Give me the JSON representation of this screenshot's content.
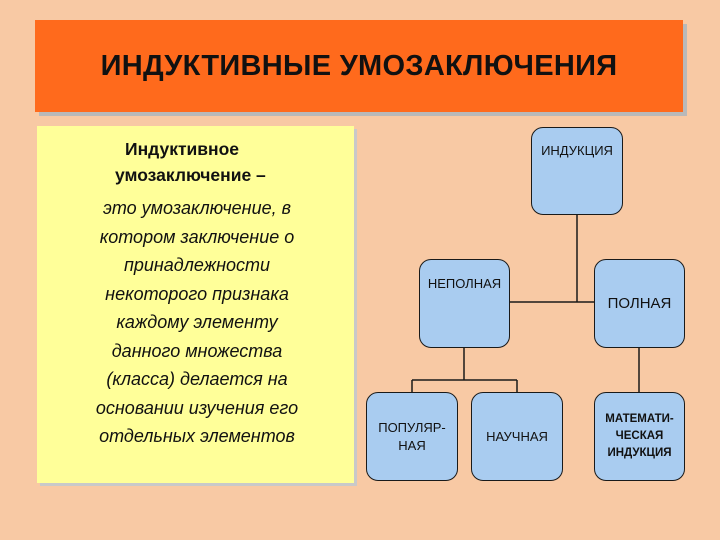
{
  "title": "ИНДУКТИВНЫЕ УМОЗАКЛЮЧЕНИЯ",
  "definition": {
    "term_line1": "Индуктивное",
    "term_line2": "умозаключение –",
    "body_lines": [
      "это умозаключение, в",
      "котором заключение о",
      "принадлежности",
      "некоторого признака",
      "каждому элементу",
      "данного множества",
      "(класса) делается на",
      "основании изучения его",
      "отдельных элементов"
    ]
  },
  "tree": {
    "root": "ИНДУКЦИЯ",
    "partial": "НЕПОЛНАЯ",
    "full": "ПОЛНАЯ",
    "popular_line1": "ПОПУЛЯР-",
    "popular_line2": "НАЯ",
    "scientific": "НАУЧНАЯ",
    "math_line1": "МАТЕМАТИ-",
    "math_line2": "ЧЕСКАЯ",
    "math_line3": "ИНДУКЦИЯ"
  }
}
